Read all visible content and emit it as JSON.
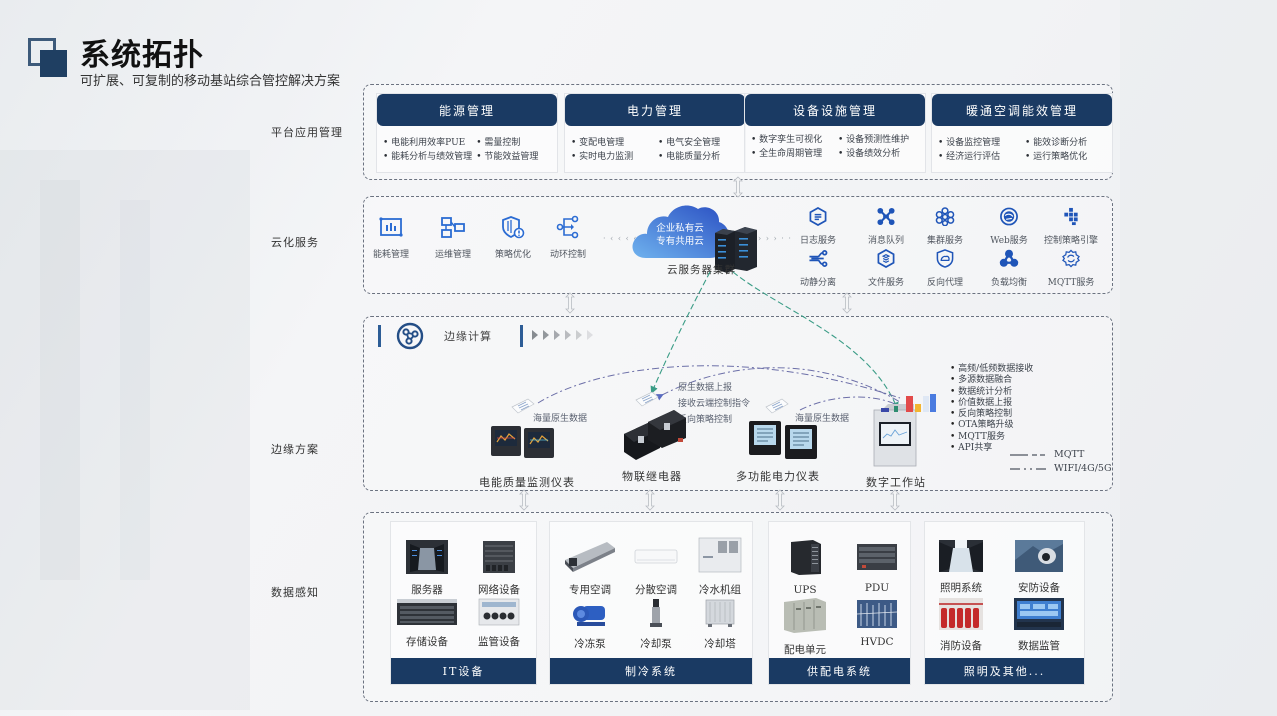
{
  "header": {
    "title": "系统拓扑",
    "subtitle": "可扩展、可复制的移动基站综合管控解决方案"
  },
  "layers": {
    "platform": "平台应用管理",
    "cloud": "云化服务",
    "edge": "边缘方案",
    "sensing": "数据感知"
  },
  "platform_cards": [
    {
      "title": "能源管理",
      "items": [
        "电能利用效率PUE",
        "需量控制",
        "能耗分析与绩效管理",
        "节能效益管理"
      ]
    },
    {
      "title": "电力管理",
      "items": [
        "变配电管理",
        "电气安全管理",
        "实时电力监测",
        "电能质量分析"
      ]
    },
    {
      "title": "设备设施管理",
      "items": [
        "数字孪生可视化",
        "设备预测性维护",
        "全生命周期管理",
        "设备绩效分析"
      ]
    },
    {
      "title": "暖通空调能效管理",
      "items": [
        "设备监控管理",
        "能效诊断分析",
        "经济运行评估",
        "运行策略优化"
      ]
    }
  ],
  "cloud": {
    "left_services": [
      {
        "label": "能耗管理",
        "icon": "chart-board-icon"
      },
      {
        "label": "运维管理",
        "icon": "flow-nodes-icon"
      },
      {
        "label": "策略优化",
        "icon": "shield-alert-icon"
      },
      {
        "label": "动环控制",
        "icon": "branch-control-icon"
      }
    ],
    "cloud_lines": [
      "企业私有云",
      "专有共用云"
    ],
    "cluster_label": "云服务器集群",
    "right_services": [
      {
        "label": "日志服务",
        "icon": "log-hexagon-icon"
      },
      {
        "label": "消息队列",
        "icon": "message-queue-icon"
      },
      {
        "label": "集群服务",
        "icon": "cluster-icon"
      },
      {
        "label": "Web服务",
        "icon": "web-globe-icon"
      },
      {
        "label": "控制策略引擎",
        "icon": "strategy-engine-icon"
      },
      {
        "label": "动静分离",
        "icon": "split-icon"
      },
      {
        "label": "文件服务",
        "icon": "file-hexagon-icon"
      },
      {
        "label": "反向代理",
        "icon": "proxy-shield-icon"
      },
      {
        "label": "负载均衡",
        "icon": "load-balance-icon"
      },
      {
        "label": "MQTT服务",
        "icon": "mqtt-gear-icon"
      }
    ]
  },
  "edge": {
    "title": "边缘计算",
    "devices": [
      {
        "label": "电能质量监测仪表",
        "note": "海量原生数据"
      },
      {
        "label": "物联继电器",
        "notes": [
          "原生数据上报",
          "接收云端控制指令",
          "反向策略控制"
        ]
      },
      {
        "label": "多功能电力仪表",
        "note": "海量原生数据"
      },
      {
        "label": "数字工作站"
      }
    ],
    "workstation_features": [
      "高频/低频数据接收",
      "多源数据融合",
      "数据统计分析",
      "价值数据上报",
      "反向策略控制",
      "OTA策略升级",
      "MQTT服务",
      "API共享"
    ],
    "legend": [
      {
        "style": "solid-dash",
        "label": "MQTT"
      },
      {
        "style": "dash-dot",
        "label": "WIFI/4G/5G"
      }
    ]
  },
  "sensing": {
    "groups": [
      {
        "title": "IT设备",
        "items": [
          "服务器",
          "网络设备",
          "存储设备",
          "监管设备"
        ]
      },
      {
        "title": "制冷系统",
        "items": [
          "专用空调",
          "分散空调",
          "冷水机组",
          "冷冻泵",
          "冷却泵",
          "冷却塔"
        ]
      },
      {
        "title": "供配电系统",
        "items": [
          "UPS",
          "PDU",
          "配电单元",
          "HVDC"
        ]
      },
      {
        "title": "照明及其他...",
        "items": [
          "照明系统",
          "安防设备",
          "消防设备",
          "数据监管"
        ]
      }
    ]
  },
  "colors": {
    "navy": "#1a3a63",
    "accent_blue": "#2b6cd3",
    "mqtt_line": "#3a9c86",
    "wifi_line": "#6c6fa8"
  }
}
